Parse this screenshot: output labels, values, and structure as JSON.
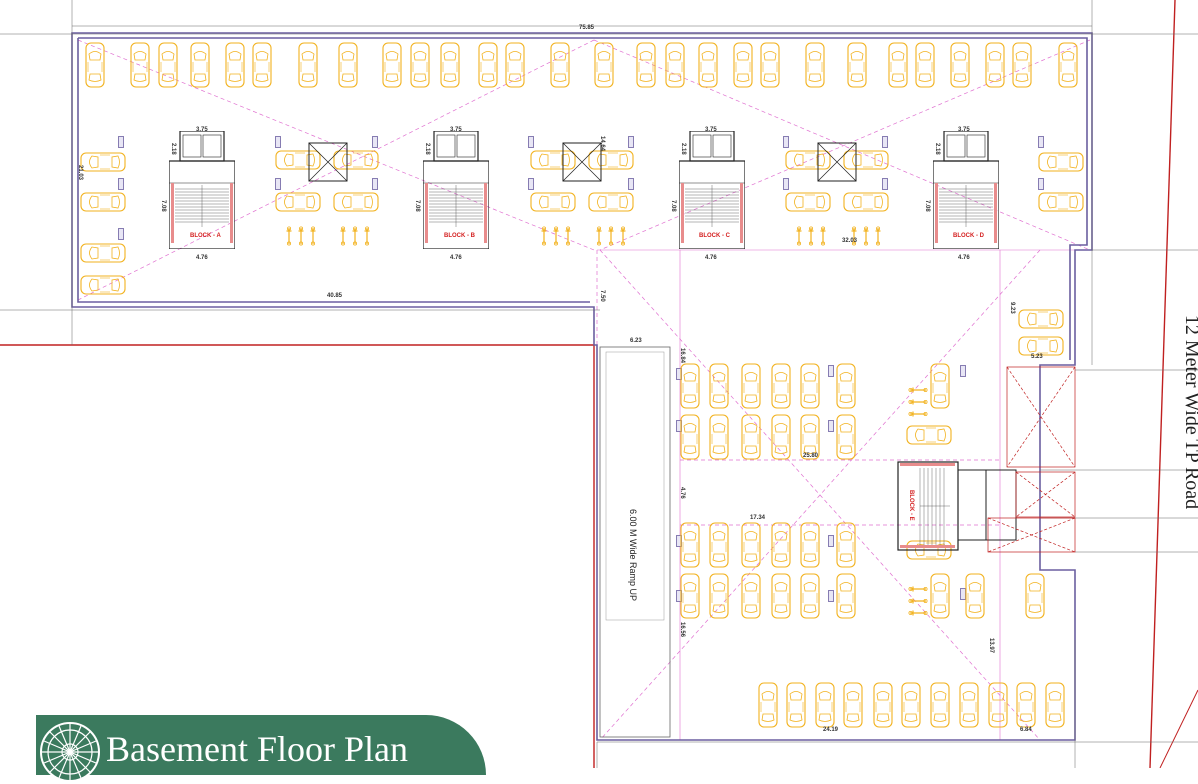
{
  "title": "Basement Floor Plan",
  "road_label": "12 Meter Wide TP Road",
  "ramp_label": "6.00 M Wide Ramp UP",
  "blocks": [
    "BLOCK - A",
    "BLOCK - B",
    "BLOCK - C",
    "BLOCK - D",
    "BLOCK - E"
  ],
  "dimensions": {
    "top_overall": "75.85",
    "left_h": "21.03",
    "bottom_left": "40.85",
    "block_width": "3.75",
    "block_height": "7.08",
    "block_base": "4.76",
    "lift_depth": "2.18",
    "mid_h": "14.64",
    "mid_w": "32.03",
    "drop_v": "7.50",
    "ramp_top": "6.23",
    "ramp_left": "16.84",
    "wing_w1": "25.80",
    "wing_mid": "4.76",
    "wing_w2": "17.34",
    "wing_low": "16.56",
    "right_a": "9.23",
    "right_b": "5.23",
    "right_c": "13.97",
    "bottom_w": "24.19",
    "bottom_r": "6.84"
  },
  "colors": {
    "car": "#f2b21e",
    "wall": "#6b5fa0",
    "guide": "#e070d0",
    "boundary": "#c02020",
    "banner": "#3b7a5e"
  }
}
